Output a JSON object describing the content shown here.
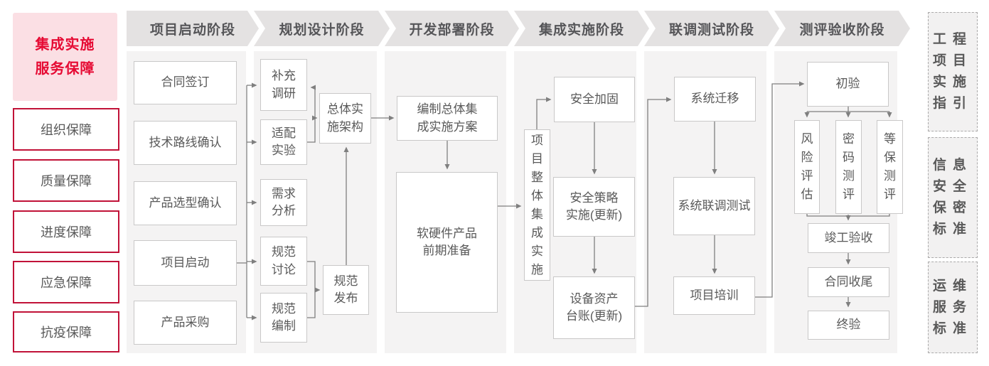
{
  "left_panel": {
    "title": "集成实施服务保障",
    "items": [
      "组织保障",
      "质量保障",
      "进度保障",
      "应急保障",
      "抗疫保障"
    ]
  },
  "phases": [
    {
      "label": "项目启动阶段",
      "nodes": [
        "合同签订",
        "技术路线确认",
        "产品选型确认",
        "项目启动",
        "产品采购"
      ]
    },
    {
      "label": "规划设计阶段",
      "nodes": [
        "补充调研",
        "适配实验",
        "需求分析",
        "规范讨论",
        "规范编制",
        "总体实施架构",
        "规范发布"
      ]
    },
    {
      "label": "开发部署阶段",
      "nodes": [
        "编制总体集成实施方案",
        "软硬件产品前期准备"
      ]
    },
    {
      "label": "集成实施阶段",
      "nodes": [
        "项目整体集成实施",
        "安全加固",
        "安全策略实施(更新)",
        "设备资产台账(更新)"
      ]
    },
    {
      "label": "联调测试阶段",
      "nodes": [
        "系统迁移",
        "系统联调测试",
        "项目培训"
      ]
    },
    {
      "label": "测评验收阶段",
      "nodes": [
        "初验",
        "风险评估",
        "密码测评",
        "等保测评",
        "竣工验收",
        "合同收尾",
        "终验"
      ]
    }
  ],
  "standards": [
    "工程项目实施指引",
    "信息安全保密标准",
    "运维服务标准"
  ],
  "colors": {
    "accent_red": "#e60a33",
    "pink_background": "#fbdfe4",
    "red_border": "#c11238",
    "header_background": "#e4e2e2",
    "column_background": "#f4f3f3",
    "box_border": "#c9c8c8",
    "text": "#595959",
    "connector_line": "#7f7f7f"
  }
}
